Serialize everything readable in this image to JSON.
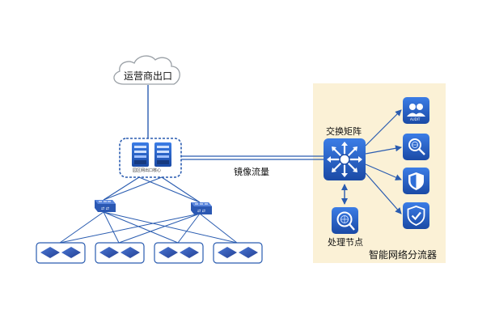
{
  "cloud": {
    "label": "运营商出口"
  },
  "core": {
    "label": "园区网出口核心"
  },
  "mirror": {
    "label": "镜像流量"
  },
  "exchange": {
    "label": "交换矩阵"
  },
  "processing": {
    "label": "处理节点"
  },
  "splitter": {
    "label": "智能网络分流器"
  },
  "tools": [
    {
      "icon": "audit-icon",
      "text": "AUDIT"
    },
    {
      "icon": "network-search-icon"
    },
    {
      "icon": "security-shield-icon"
    },
    {
      "icon": "check-shield-icon"
    }
  ],
  "colors": {
    "line": "#2a5cb0",
    "device_dark": "#1e3f8a",
    "device_light": "#2f6fd8",
    "panel": "#fbf1d6",
    "switch": "#3a67c2",
    "core_border": "#2a5cb0"
  }
}
